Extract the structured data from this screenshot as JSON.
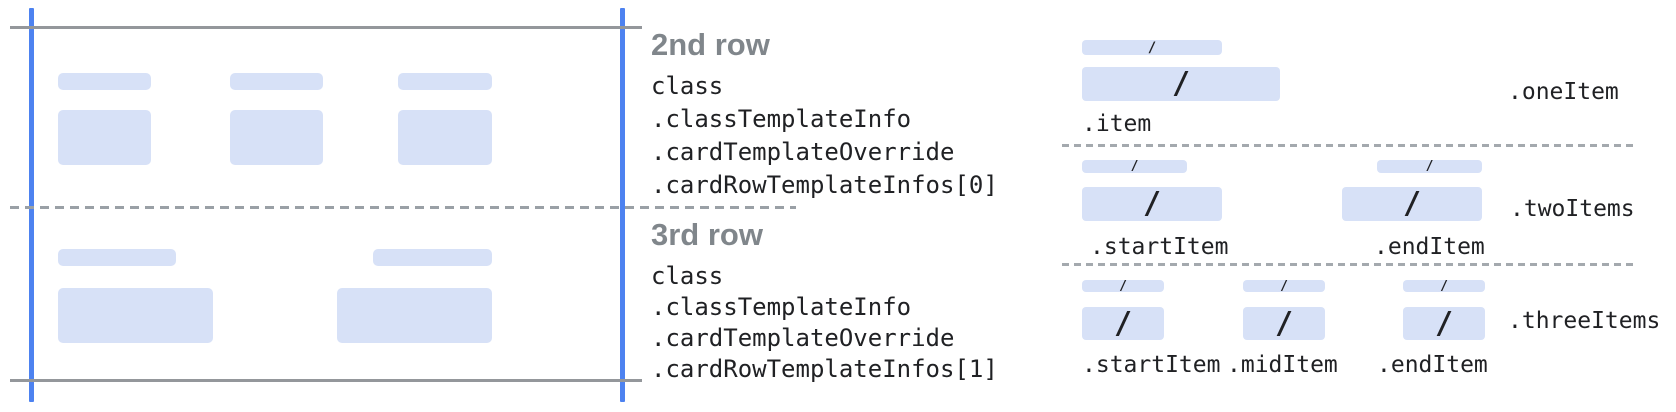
{
  "colors": {
    "accent_blue": "#4d82f0",
    "placeholder_blue": "#d7e1f7",
    "line_gray": "#94979b",
    "dash_gray": "#9aa0a6",
    "heading_gray": "#80868b",
    "code_dark": "#202124"
  },
  "annotations": {
    "row2": {
      "heading": "2nd row",
      "lines": [
        "class",
        ".classTemplateInfo",
        ".cardTemplateOverride",
        ".cardRowTemplateInfos[0]"
      ]
    },
    "row3": {
      "heading": "3rd row",
      "lines": [
        "class",
        ".classTemplateInfo",
        ".cardTemplateOverride",
        ".cardRowTemplateInfos[1]"
      ]
    }
  },
  "item_templates": {
    "slash": "/",
    "one_item": {
      "group_label": ".oneItem",
      "item_labels": [
        ".item"
      ]
    },
    "two_items": {
      "group_label": ".twoItems",
      "item_labels": [
        ".startItem",
        ".endItem"
      ]
    },
    "three_items": {
      "group_label": ".threeItems",
      "item_labels": [
        ".startItem",
        ".midItem",
        ".endItem"
      ]
    }
  }
}
